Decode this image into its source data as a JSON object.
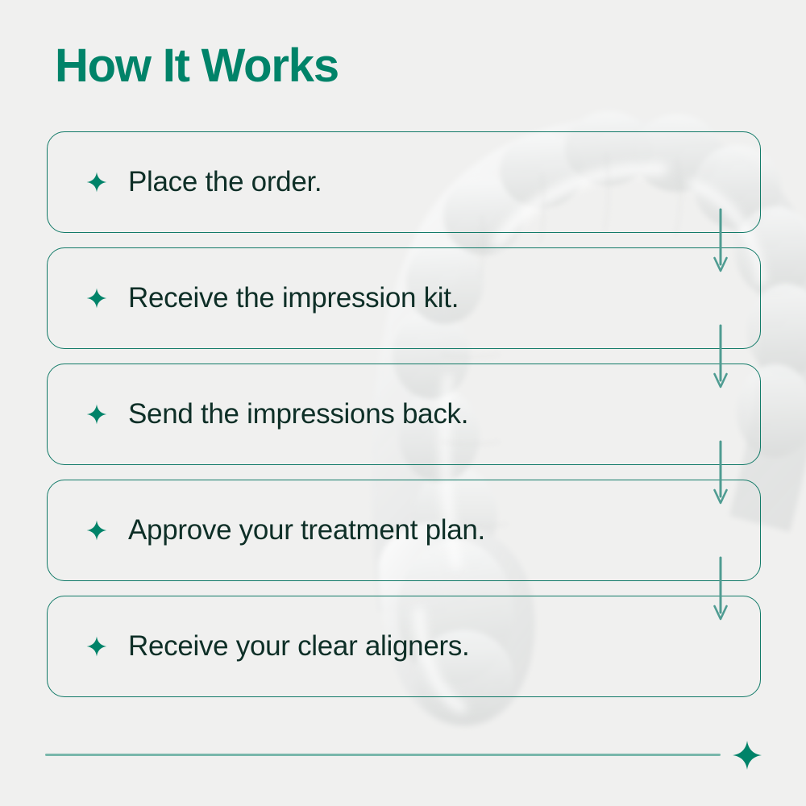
{
  "page": {
    "background_color": "#f0f0ef",
    "accent_color": "#008369",
    "border_color": "#127a68",
    "text_color": "#0e2f27",
    "rule_color": "#79b7ab",
    "title": "How It Works"
  },
  "background_image": {
    "subject": "clear-aligner-tray",
    "description": "faint translucent dental clear aligner arch"
  },
  "steps": [
    {
      "index": "1",
      "label": "Place the order.",
      "bullet_icon": "sparkle-icon"
    },
    {
      "index": "2",
      "label": "Receive the impression kit.",
      "bullet_icon": "sparkle-icon"
    },
    {
      "index": "3",
      "label": "Send the impressions back.",
      "bullet_icon": "sparkle-icon"
    },
    {
      "index": "4",
      "label": "Approve your treatment plan.",
      "bullet_icon": "sparkle-icon"
    },
    {
      "index": "5",
      "label": "Receive your clear aligners.",
      "bullet_icon": "sparkle-icon"
    }
  ],
  "connectors": [
    {
      "from": "1",
      "to": "2",
      "icon": "arrow-down-icon"
    },
    {
      "from": "2",
      "to": "3",
      "icon": "arrow-down-icon"
    },
    {
      "from": "3",
      "to": "4",
      "icon": "arrow-down-icon"
    },
    {
      "from": "4",
      "to": "5",
      "icon": "arrow-down-icon"
    }
  ],
  "footer": {
    "rule": "horizontal-divider",
    "sparkle_icon": "sparkle-icon"
  }
}
